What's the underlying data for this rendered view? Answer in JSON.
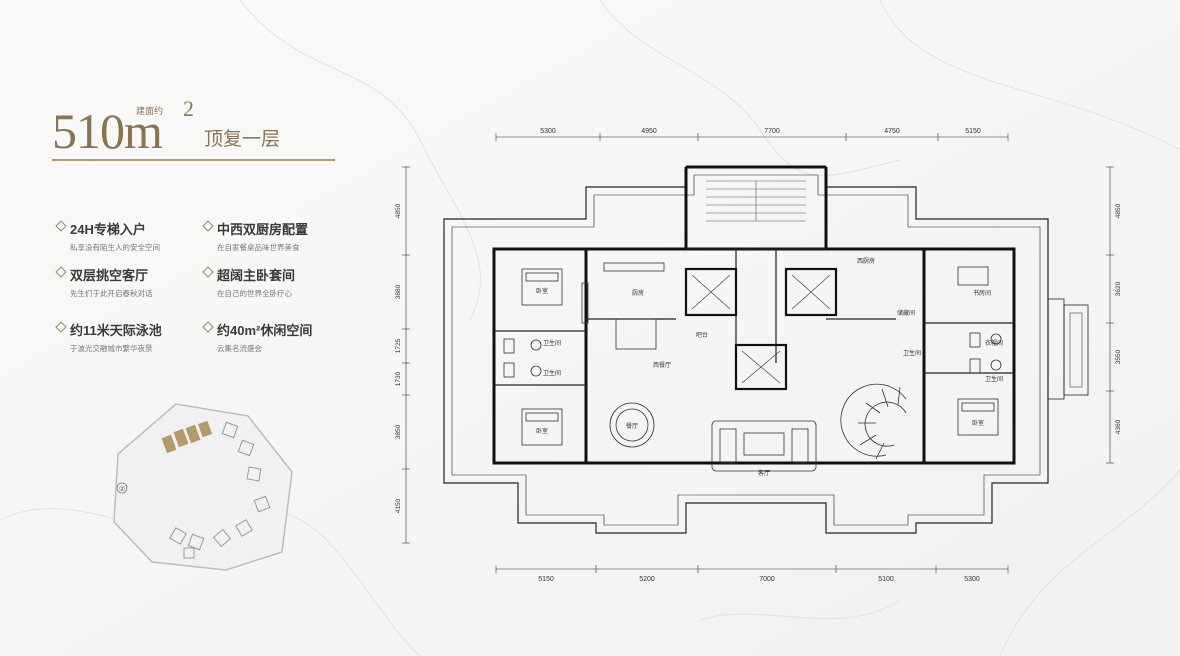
{
  "header": {
    "area_value": "510m",
    "area_sup": "2",
    "area_note": "建面约",
    "floor_name": "顶复一层"
  },
  "features": [
    {
      "title": "24H专梯入户",
      "desc": "私享没有陌生人的安全空间"
    },
    {
      "title": "中西双厨房配置",
      "desc": "在自家餐桌品味世界美食"
    },
    {
      "title": "双层挑空客厅",
      "desc": "先生们于此开启春秋对话"
    },
    {
      "title": "超阔主卧套间",
      "desc": "在自己的世界全卧疗心"
    },
    {
      "title": "约11米天际泳池",
      "desc": "于波光交融城市繁华夜景"
    },
    {
      "title": "约40m²休闲空间",
      "desc": "云集名流盛会"
    }
  ],
  "plan": {
    "dims_top": [
      "5300",
      "4950",
      "7700",
      "4750",
      "5150"
    ],
    "dims_bottom": [
      "5150",
      "5200",
      "7000",
      "5100",
      "5300"
    ],
    "dims_left": [
      "4850",
      "3880",
      "1725",
      "1730",
      "3850",
      "4150"
    ],
    "dims_right": [
      "4850",
      "3620",
      "3550",
      "4360"
    ],
    "rooms": {
      "bedroom_left_top": "卧室",
      "bedroom_left_bottom": "卧室",
      "bath_left_1": "卫生间",
      "bath_left_2": "卫生间",
      "kitchen": "厨房",
      "dining_hall": "餐厅",
      "restaurant_label": "西餐厅",
      "pantry": "吧台",
      "living": "客厅",
      "western_kitchen": "西厨房",
      "bath_right_1": "卫生间",
      "bath_right_2": "卫生间",
      "dressing": "衣帽间",
      "study": "书房间",
      "master_bedroom": "卧室",
      "storage": "储藏间"
    },
    "site_number": "②"
  }
}
